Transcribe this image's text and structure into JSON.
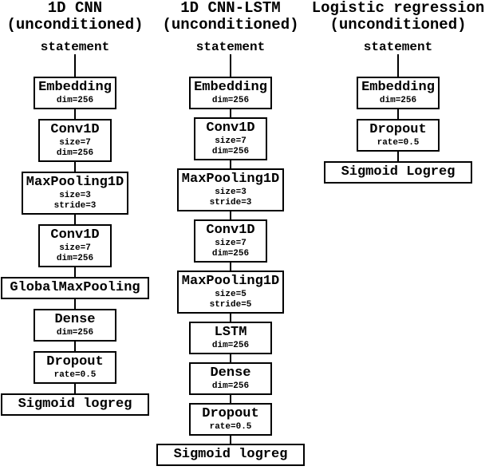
{
  "diagram": {
    "columns": [
      {
        "title_line1": "1D CNN",
        "title_line2": "(unconditioned)",
        "input_label": "statement",
        "nodes": [
          {
            "label": "Embedding",
            "params": [
              "dim=256"
            ]
          },
          {
            "label": "Conv1D",
            "params": [
              "size=7",
              "dim=256"
            ]
          },
          {
            "label": "MaxPooling1D",
            "params": [
              "size=3",
              "stride=3"
            ]
          },
          {
            "label": "Conv1D",
            "params": [
              "size=7",
              "dim=256"
            ]
          },
          {
            "label": "GlobalMaxPooling",
            "params": []
          },
          {
            "label": "Dense",
            "params": [
              "dim=256"
            ]
          },
          {
            "label": "Dropout",
            "params": [
              "rate=0.5"
            ]
          },
          {
            "label": "Sigmoid logreg",
            "params": []
          }
        ]
      },
      {
        "title_line1": "1D CNN-LSTM",
        "title_line2": "(unconditioned)",
        "input_label": "statement",
        "nodes": [
          {
            "label": "Embedding",
            "params": [
              "dim=256"
            ]
          },
          {
            "label": "Conv1D",
            "params": [
              "size=7",
              "dim=256"
            ]
          },
          {
            "label": "MaxPooling1D",
            "params": [
              "size=3",
              "stride=3"
            ]
          },
          {
            "label": "Conv1D",
            "params": [
              "size=7",
              "dim=256"
            ]
          },
          {
            "label": "MaxPooling1D",
            "params": [
              "size=5",
              "stride=5"
            ]
          },
          {
            "label": "LSTM",
            "params": [
              "dim=256"
            ]
          },
          {
            "label": "Dense",
            "params": [
              "dim=256"
            ]
          },
          {
            "label": "Dropout",
            "params": [
              "rate=0.5"
            ]
          },
          {
            "label": "Sigmoid logreg",
            "params": []
          }
        ]
      },
      {
        "title_line1": "Logistic regression",
        "title_line2": "(unconditioned)",
        "input_label": "statement",
        "nodes": [
          {
            "label": "Embedding",
            "params": [
              "dim=256"
            ]
          },
          {
            "label": "Dropout",
            "params": [
              "rate=0.5"
            ]
          },
          {
            "label": "Sigmoid Logreg",
            "params": []
          }
        ]
      }
    ]
  }
}
